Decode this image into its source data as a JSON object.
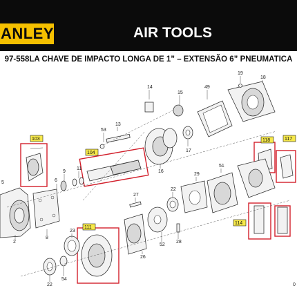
{
  "header": {
    "brand": "ANLEY",
    "section": "AIR TOOLS"
  },
  "title": "97-558LA   CHAVE DE IMPACTO LONGA DE 1” – EXTENSÃO 6” PNEUMATICA",
  "colors": {
    "header_bg": "#0b0b0b",
    "brand_yellow": "#f5c000",
    "highlight_red": "#d21f2b",
    "tag_yellow": "#f7e94a"
  },
  "labels": {
    "p2": "2",
    "p5": "5",
    "p6": "6",
    "p8": "8",
    "p9": "9",
    "p11": "11",
    "p13": "13",
    "p14": "14",
    "p15": "15",
    "p16": "16",
    "p17": "17",
    "p18": "18",
    "p19": "19",
    "p22a": "22",
    "p22b": "22",
    "p23": "23",
    "p26": "26",
    "p27": "27",
    "p28": "28",
    "p29": "29",
    "p49": "49",
    "p51": "51",
    "p52": "52",
    "p53": "53",
    "p54": "54",
    "p_partial": "0"
  },
  "tags": {
    "t103": "103",
    "t104": "104",
    "t111": "111",
    "t114": "114",
    "t117": "117",
    "t118": "118"
  }
}
